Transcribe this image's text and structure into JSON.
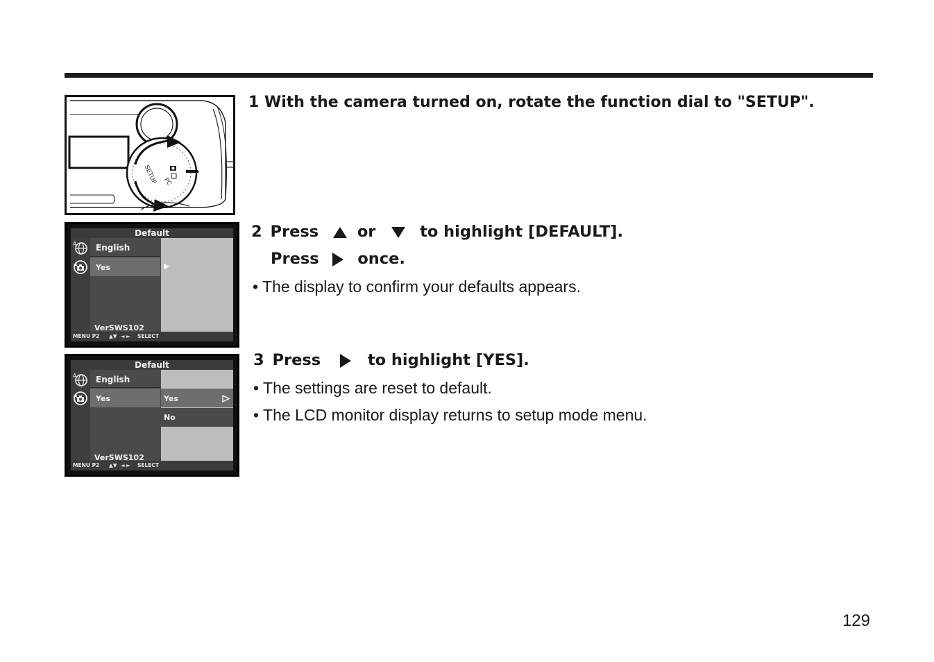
{
  "step1": {
    "number": "1",
    "text": "With the camera turned on, rotate the function dial to \"SETUP\"."
  },
  "step2": {
    "number": "2",
    "line1_press": "Press",
    "line1_or": "or",
    "line1_end": "to highlight [DEFAULT].",
    "line2_press": "Press",
    "line2_end": "once.",
    "bullet": "• The display to confirm your defaults appears."
  },
  "step3": {
    "number": "3",
    "press": "Press",
    "end": "to highlight [YES].",
    "bullets": [
      "• The settings are reset to default.",
      "• The LCD monitor display returns to setup mode menu."
    ]
  },
  "lcd1": {
    "title": "Default",
    "row1": "English",
    "row2": "Yes",
    "version": "VerSWS102",
    "footer_menu": "MENU P2",
    "footer_select": "SELECT"
  },
  "lcd2": {
    "title": "Default",
    "row1": "English",
    "row2": "Yes",
    "option_yes": "Yes",
    "option_no": "No",
    "version": "VerSWS102",
    "footer_menu": "MENU P2",
    "footer_select": "SELECT"
  },
  "dial_label": "SETUP",
  "page_number": "129",
  "colors": {
    "ink": "#1a1a1a",
    "lcd_dark": "#4a4a4a",
    "lcd_light": "#bdbdbd",
    "lcd_highlight": "#6e6e6e"
  }
}
